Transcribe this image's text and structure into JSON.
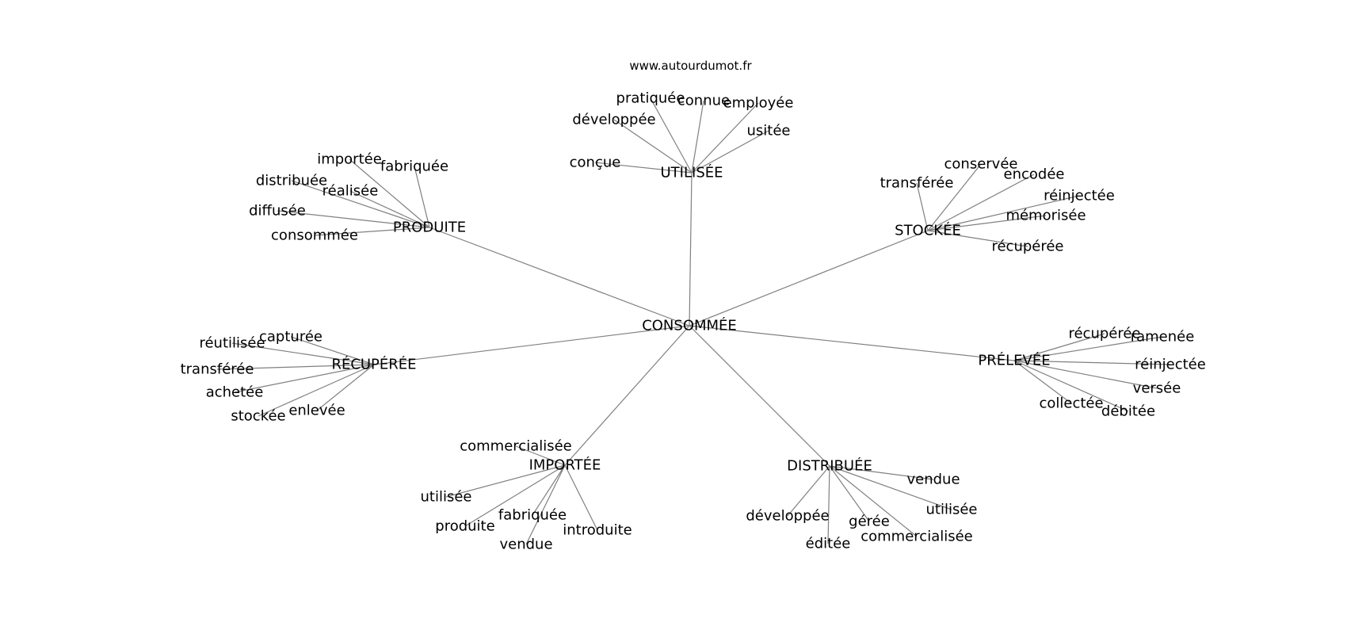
{
  "watermark": "www.autourdumot.fr",
  "colors": {
    "edge": "#808080",
    "text": "#000000",
    "background": "#ffffff"
  },
  "graph": {
    "center": "CONSOMMÉE",
    "branches": [
      {
        "hub": "UTILISÉE",
        "leaves": [
          "pratiquée",
          "connue",
          "employée",
          "développée",
          "usitée",
          "conçue"
        ]
      },
      {
        "hub": "PRODUITE",
        "leaves": [
          "importée",
          "fabriquée",
          "distribuée",
          "réalisée",
          "diffusée",
          "consommée"
        ]
      },
      {
        "hub": "STOCKÉE",
        "leaves": [
          "conservée",
          "encodée",
          "transférée",
          "réinjectée",
          "mémorisée",
          "récupérée"
        ]
      },
      {
        "hub": "RÉCUPÉRÉE",
        "leaves": [
          "capturée",
          "réutilisée",
          "transférée",
          "achetée",
          "enlevée",
          "stockée"
        ]
      },
      {
        "hub": "PRÉLEVÉE",
        "leaves": [
          "récupérée",
          "ramenée",
          "réinjectée",
          "versée",
          "collectée",
          "débitée"
        ]
      },
      {
        "hub": "IMPORTÉE",
        "leaves": [
          "commercialisée",
          "utilisée",
          "fabriquée",
          "produite",
          "introduite",
          "vendue"
        ]
      },
      {
        "hub": "DISTRIBUÉE",
        "leaves": [
          "vendue",
          "utilisée",
          "développée",
          "gérée",
          "commercialisée",
          "éditée"
        ]
      }
    ]
  }
}
